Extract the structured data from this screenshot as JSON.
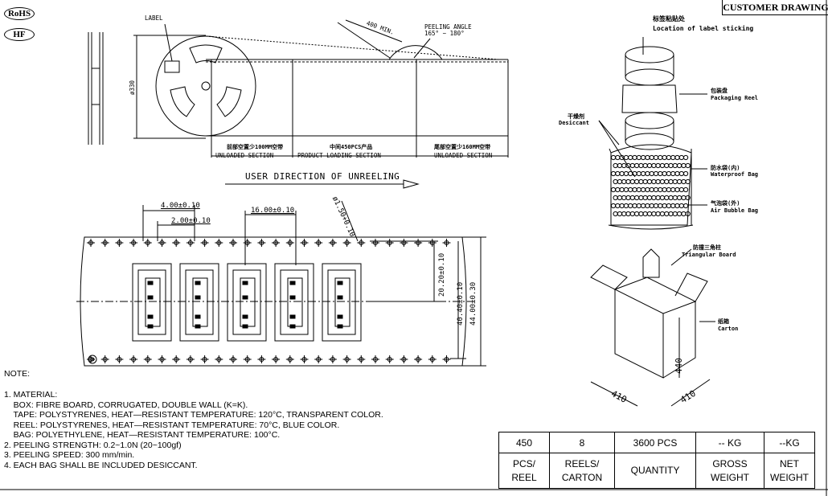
{
  "badges": {
    "rohs": "RoHS",
    "hf": "HF"
  },
  "title_box": "CUSTOMER DRAWING",
  "reel": {
    "label": "LABEL",
    "diameter": "ø330",
    "min_length": "400 MIN.",
    "peeling_angle": "PEELING ANGLE\n165° ~ 180°",
    "sections": [
      {
        "cn": "前部空置少100MM空带",
        "en": "UNLOADED SECTION"
      },
      {
        "cn": "中间450PCS产品",
        "en": "PRODUCT LOADING SECTION"
      },
      {
        "cn": "尾部空置少160MM空带",
        "en": "UNLOADED SECTION"
      }
    ],
    "direction": "USER DIRECTION OF UNREELING"
  },
  "tape": {
    "pitch_sprocket": "4.00±0.10",
    "half_pitch": "2.00±0.10",
    "pocket_pitch": "16.00±0.10",
    "hole_dia": "ø1.50+0.10",
    "pocket_to_center": "20.20±0.10",
    "pitch_width": "40.40±0.10",
    "tape_width": "44.00±0.30"
  },
  "packing": {
    "label_location_cn": "标签粘贴处",
    "label_location_en": "Location of label sticking",
    "reel_cn": "包装盘",
    "reel_en": "Packaging Reel",
    "desiccant_cn": "干燥剂",
    "desiccant_en": "Desiccant",
    "waterproof_cn": "防水袋(内)",
    "waterproof_en": "Waterproof Bag",
    "bubble_cn": "气泡袋(外)",
    "bubble_en": "Air Bubble Bag",
    "board_cn": "防撞三角柱",
    "board_en": "Triangular Board",
    "carton_cn": "纸箱",
    "carton_en": "Carton",
    "dim_h": "440",
    "dim_w": "410",
    "dim_d": "410"
  },
  "notes": {
    "header": "NOTE:",
    "lines": [
      "1. MATERIAL:",
      "    BOX: FIBRE BOARD, CORRUGATED, DOUBLE WALL (K=K).",
      "    TAPE: POLYSTYRENES, HEAT—RESISTANT TEMPERATURE: 120°C, TRANSPARENT COLOR.",
      "    REEL: POLYSTYRENES, HEAT—RESISTANT TEMPERATURE: 70°C, BLUE COLOR.",
      "    BAG: POLYETHYLENE, HEAT—RESISTANT TEMPERATURE: 100°C.",
      "2. PEELING STRENGTH: 0.2~1.0N (20~100gf)",
      "3. PEELING SPEED: 300 mm/min.",
      "4. EACH BAG SHALL BE INCLUDED DESICCANT."
    ]
  },
  "table": {
    "values": [
      "450",
      "8",
      "3600 PCS",
      "-- KG",
      "--KG"
    ],
    "headers": [
      [
        "PCS/",
        "REEL"
      ],
      [
        "REELS/",
        "CARTON"
      ],
      [
        "QUANTITY"
      ],
      [
        "GROSS",
        "WEIGHT"
      ],
      [
        "NET",
        "WEIGHT"
      ]
    ]
  }
}
